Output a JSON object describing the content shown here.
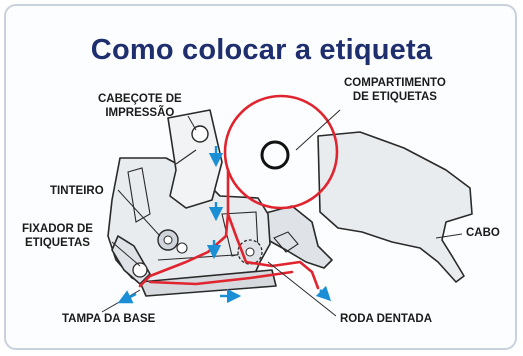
{
  "title": "Como colocar a etiqueta",
  "labels": {
    "print_head": [
      "CABEÇOTE DE",
      "IMPRESSÃO"
    ],
    "label_compartment": [
      "COMPARTIMENTO",
      "DE ETIQUETAS"
    ],
    "ink": "TINTEIRO",
    "label_holder": [
      "FIXADOR DE",
      "ETIQUETAS"
    ],
    "handle": "CABO",
    "base_cover": "TAMPA DA BASE",
    "cog_wheel": "RODA DENTADA"
  },
  "colors": {
    "title": "#1f2f6e",
    "label_path": "#e0252f",
    "arrows": "#1b8fd6",
    "outline": "#2a2a2a",
    "body_fill": "#e9ecef"
  },
  "icons": [
    "down-arrow-icon",
    "right-arrow-icon",
    "diagonal-arrow-icon"
  ]
}
